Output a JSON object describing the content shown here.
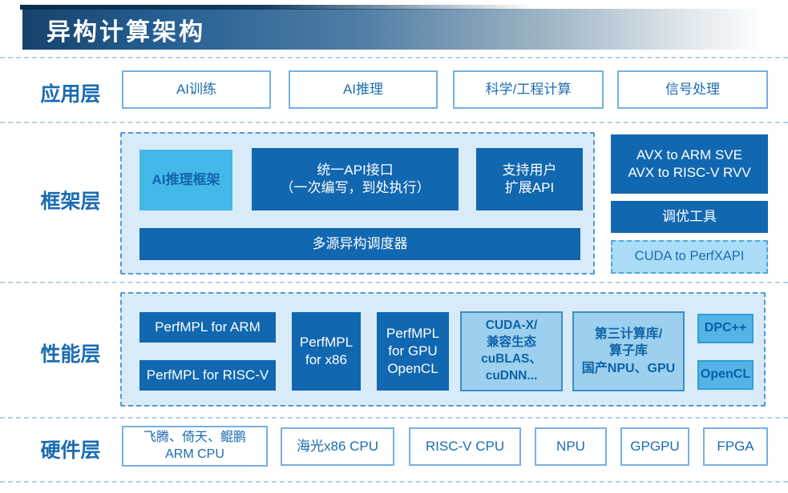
{
  "header": {
    "title": "异构计算架构"
  },
  "colors": {
    "accent_dark_blue": "#1167b0",
    "sky_blue": "#45b8ea",
    "panel_bg": "#d9ebf8",
    "panel_border": "#4f97d9",
    "medium_blue_fill": "#9cd0ee",
    "small_solid_fill": "#54b4e5",
    "light_dashed_fill": "#abdcf7",
    "text_blue": "#1b6cb3",
    "separator": "#aed2ef",
    "banner_gradient_start": "#16426b",
    "banner_gradient_end": "#ffffff"
  },
  "layers": {
    "application": {
      "label": "应用层",
      "boxes": [
        "AI训练",
        "AI推理",
        "科学/工程计算",
        "信号处理"
      ]
    },
    "framework": {
      "label": "框架层",
      "inference_framework": "AI推理框架",
      "unified_api": {
        "line1": "统一API接口",
        "line2": "（一次编写，到处执行）"
      },
      "user_extension": {
        "line1": "支持用户",
        "line2": "扩展API"
      },
      "scheduler": "多源异构调度器",
      "translation": {
        "line1": "AVX to ARM SVE",
        "line2": "AVX to RISC-V RVV"
      },
      "tuning_tool": "调优工具",
      "cuda_bridge": "CUDA to PerfXAPI"
    },
    "performance": {
      "label": "性能层",
      "perfmpl_arm": "PerfMPL for ARM",
      "perfmpl_riscv": "PerfMPL for RISC-V",
      "perfmpl_x86": {
        "line1": "PerfMPL",
        "line2": "for x86"
      },
      "perfmpl_gpu": {
        "line1": "PerfMPL",
        "line2": "for GPU",
        "line3": "OpenCL"
      },
      "cuda_ecosystem": {
        "line1": "CUDA-X/",
        "line2": "兼容生态",
        "line3": "cuBLAS、",
        "line4": "cuDNN..."
      },
      "third_party": {
        "line1": "第三计算库/",
        "line2": "算子库",
        "line3": "国产NPU、GPU"
      },
      "dpcpp": "DPC++",
      "opencl": "OpenCL"
    },
    "hardware": {
      "label": "硬件层",
      "arm_cpu": {
        "line1": "飞腾、倚天、鲲鹏",
        "line2": "ARM CPU"
      },
      "x86_cpu": "海光x86 CPU",
      "riscv_cpu": "RISC-V CPU",
      "npu": "NPU",
      "gpgpu": "GPGPU",
      "fpga": "FPGA"
    }
  }
}
